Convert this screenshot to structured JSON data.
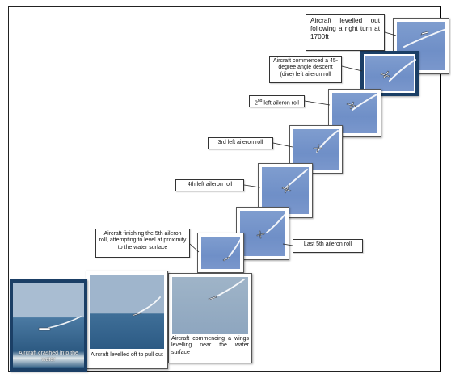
{
  "labels": {
    "levelled_out": "Aircraft levelled out following a right turn at 1700ft",
    "dive": "Aircraft commenced a 45-degree angle descent (dive) left aileron roll",
    "roll2_num": "2",
    "roll2_sup": "nd",
    "roll2_rest": " left aileron roll",
    "roll3": "3rd left aileron roll",
    "roll4": "4th left aileron roll",
    "roll5": "Last 5th aileron roll",
    "finishing": "Aircraft finishing the 5th aileron roll, attempting to level at proximity to the water surface",
    "wings_level": "Aircraft commencing a wings levelling near the water surface",
    "leveled_off": "Aircraft levelled off to pull out",
    "crashed": "Aircraft crashed into the water"
  },
  "colors": {
    "sky": "#7393c9",
    "sea": "#244f77",
    "highlight_border": "#1b3f66",
    "smoke": "#ffffff"
  }
}
